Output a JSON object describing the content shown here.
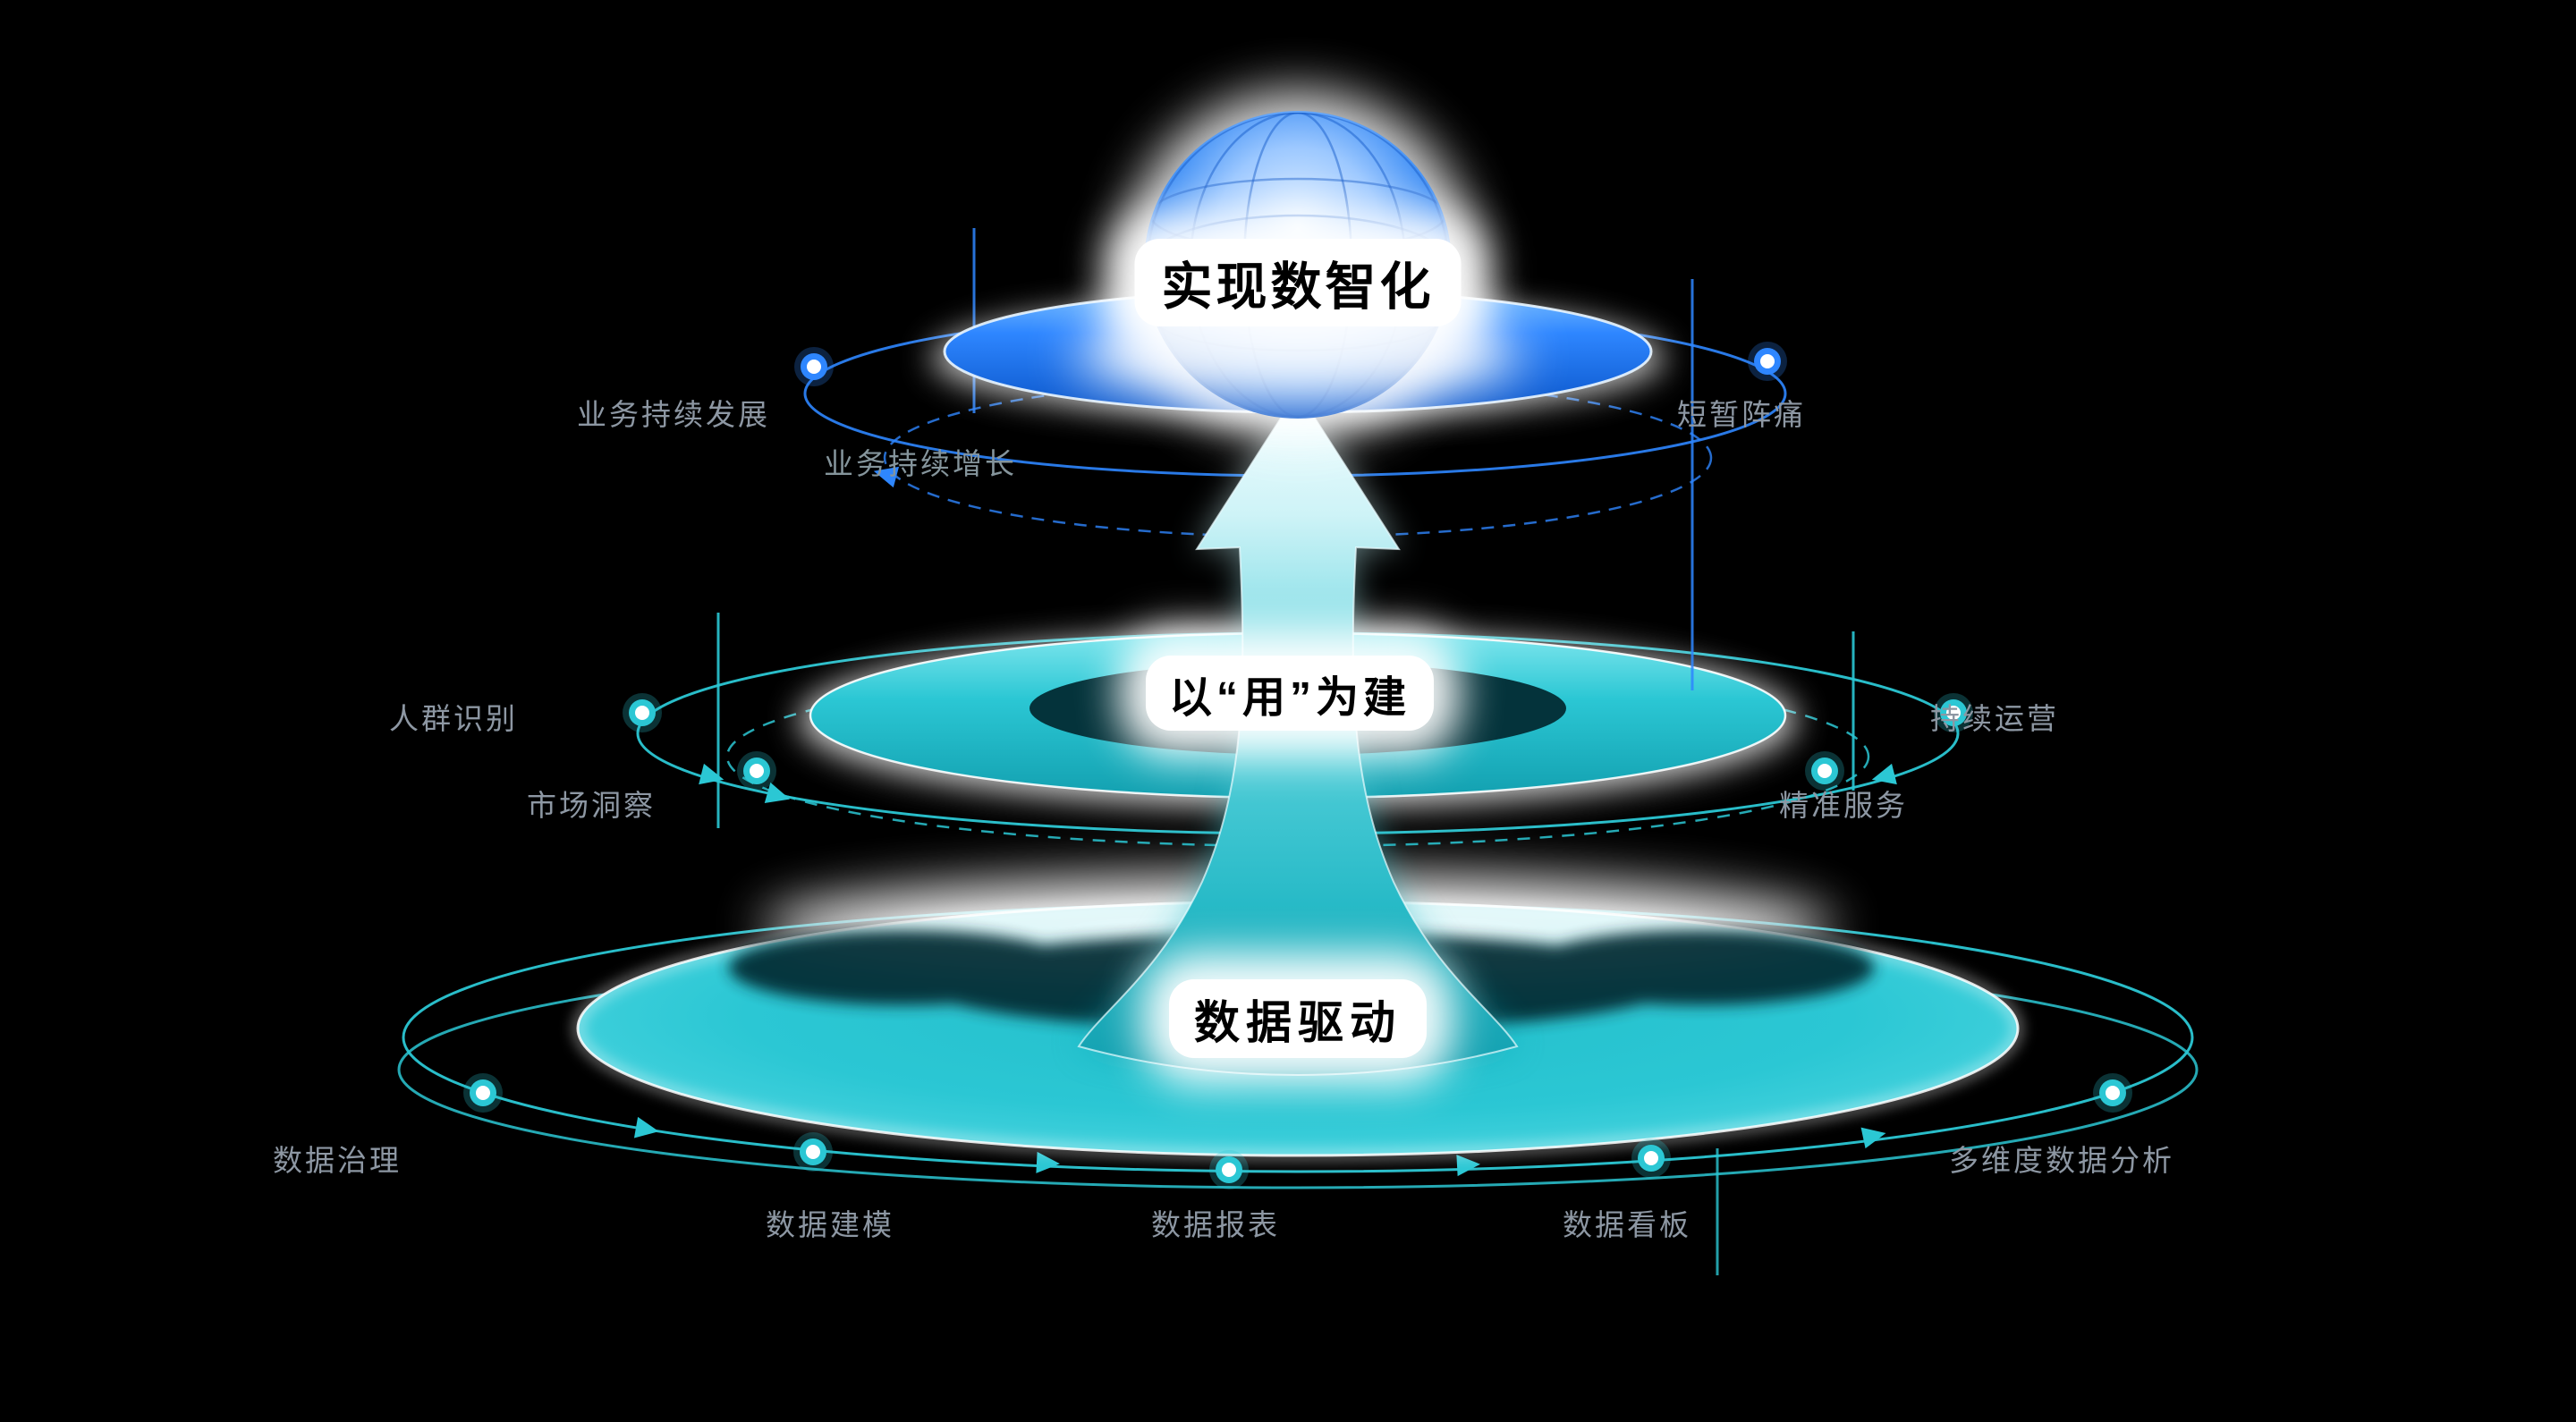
{
  "palette": {
    "background": "#000000",
    "accent_blue": "#2e86ff",
    "accent_blue_deep": "#0a55c9",
    "accent_teal": "#2bc7d4",
    "accent_teal_deep": "#13a0b0",
    "label_gray": "#8d97a3",
    "pill_white": "#ffffff",
    "title_text": "#000000"
  },
  "tiers": {
    "top": {
      "title": "实现数智化"
    },
    "middle": {
      "title": "以“用”为建"
    },
    "bottom": {
      "title": "数据驱动"
    }
  },
  "labels": {
    "business_dev": "业务持续发展",
    "business_growth": "业务持续增长",
    "short_pain": "短暂阵痛",
    "crowd_id": "人群识别",
    "market_insight": "市场洞察",
    "continuous_ops": "持续运营",
    "precise_service": "精准服务",
    "data_governance": "数据治理",
    "data_modeling": "数据建模",
    "data_report": "数据报表",
    "data_dashboard": "数据看板",
    "multi_dim_analysis": "多维度数据分析"
  }
}
